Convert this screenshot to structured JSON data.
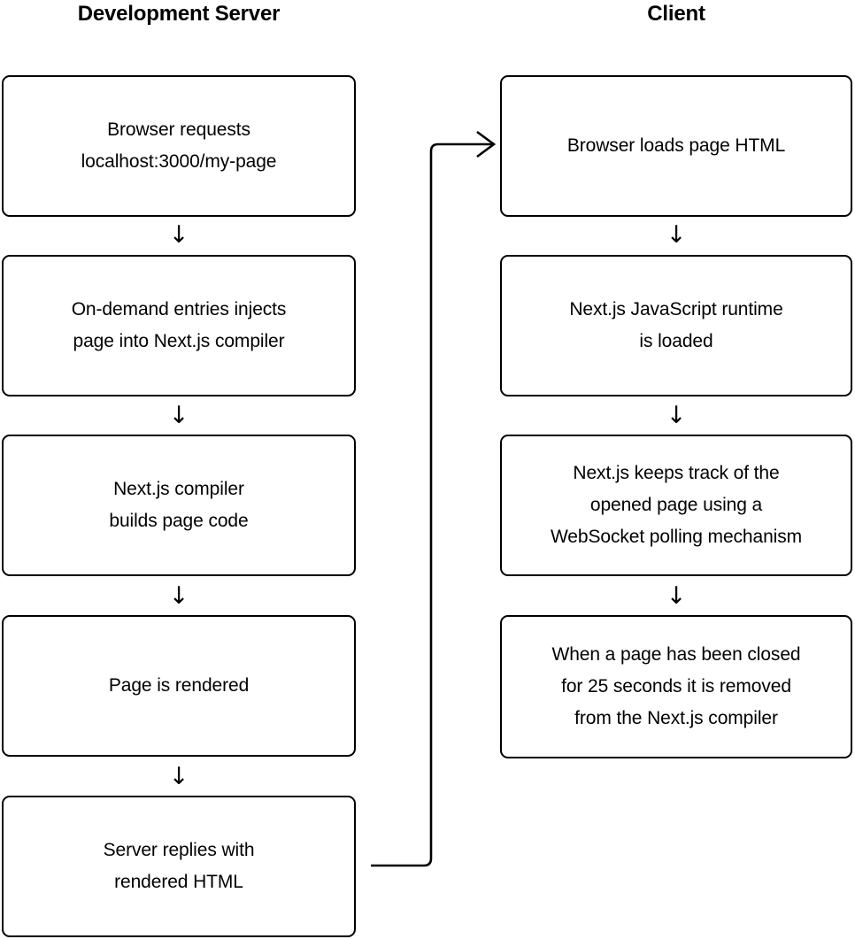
{
  "diagram": {
    "type": "flowchart",
    "title_left": "Development Server",
    "title_right": "Client",
    "arrow_glyph": "↓",
    "stroke_color": "#000000",
    "background_color": "#ffffff",
    "columns": [
      {
        "id": "development-server",
        "heading": "Development Server",
        "nodes": [
          {
            "id": "dev-1",
            "text": "Browser requests\nlocalhost:3000/my-page"
          },
          {
            "id": "dev-2",
            "text": "On-demand entries injects\npage into Next.js compiler"
          },
          {
            "id": "dev-3",
            "text": "Next.js compiler\nbuilds page code"
          },
          {
            "id": "dev-4",
            "text": "Page is rendered"
          },
          {
            "id": "dev-5",
            "text": "Server replies with\nrendered HTML"
          }
        ]
      },
      {
        "id": "client",
        "heading": "Client",
        "nodes": [
          {
            "id": "client-1",
            "text": "Browser loads page HTML"
          },
          {
            "id": "client-2",
            "text": "Next.js JavaScript runtime\nis loaded"
          },
          {
            "id": "client-3",
            "text": "Next.js keeps track of the\nopened page using a\nWebSocket polling mechanism"
          },
          {
            "id": "client-4",
            "text": "When a page has been closed\nfor 25 seconds it is removed\nfrom the Next.js compiler"
          }
        ]
      }
    ],
    "connectors": {
      "cross_column": {
        "from": "dev-5",
        "to": "client-1",
        "style": "elbow-with-arrowhead"
      }
    }
  }
}
